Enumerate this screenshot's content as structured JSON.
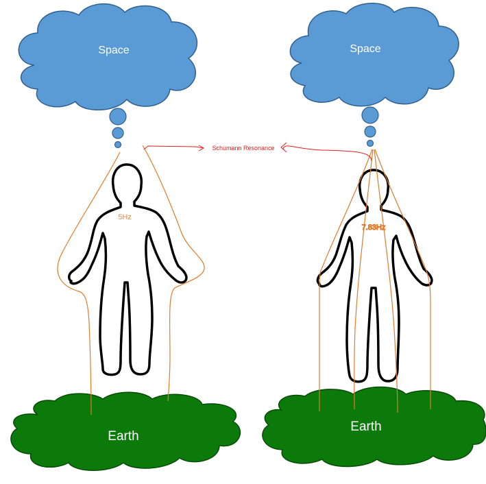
{
  "labels": {
    "space_left": "Space",
    "space_right": "Space",
    "earth_left": "Earth",
    "earth_right": "Earth",
    "freq_left": "5Hz",
    "freq_right": "7.83Hz",
    "resonance": "Schumann Resonance"
  },
  "colors": {
    "space_cloud": "#5b9bd5",
    "space_cloud_outline": "#2f5f8f",
    "earth_cloud": "#0b7a0b",
    "earth_cloud_outline": "#064a06",
    "body_outline": "#000000",
    "field_lines": "#e07b2a",
    "frequency_text": "#e88a3a",
    "resonance_text": "#e02020"
  }
}
